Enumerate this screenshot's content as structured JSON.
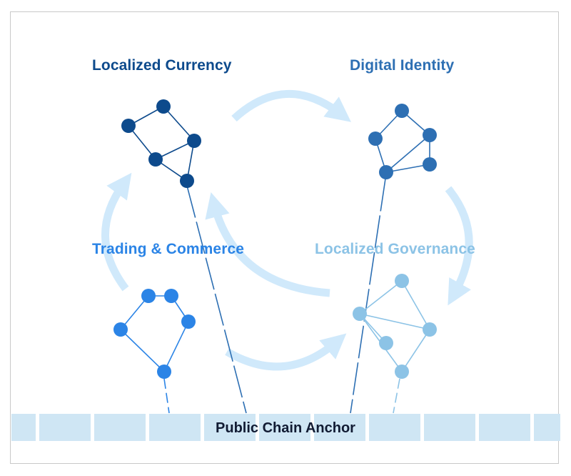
{
  "clusters": [
    {
      "id": "currency",
      "label": "Localized Currency",
      "color": "#0d4a8c"
    },
    {
      "id": "identity",
      "label": "Digital Identity",
      "color": "#2d6fb3"
    },
    {
      "id": "trading",
      "label": "Trading & Commerce",
      "color": "#2b84e6"
    },
    {
      "id": "governance",
      "label": "Localized Governance",
      "color": "#8cc3e6"
    }
  ],
  "anchor": {
    "label": "Public Chain Anchor",
    "segment_color": "#cfe6f4"
  },
  "arrow_color": "#d0e9fb"
}
